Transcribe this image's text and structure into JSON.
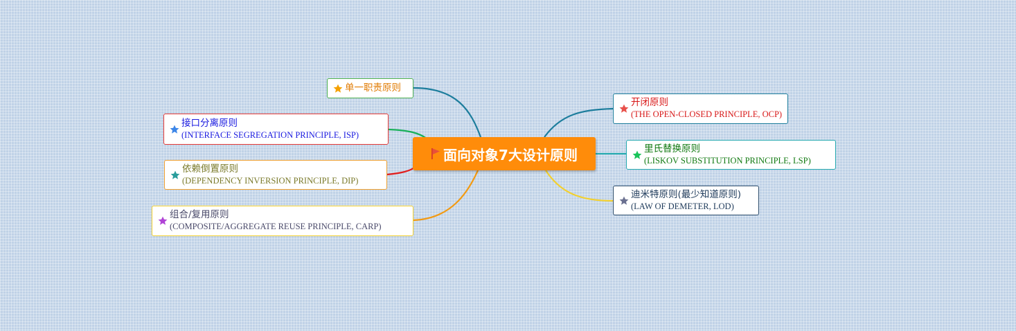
{
  "root": {
    "title": "面向对象7大设计原则",
    "icon": "flag-icon",
    "color": "#ff8c0a"
  },
  "principles": [
    {
      "cn": "单一职责原则",
      "en": "",
      "color": "#e07a00",
      "star": "#f5a100",
      "line": "#1c7d9c"
    },
    {
      "cn": "接口分离原则",
      "en": "(INTERFACE SEGREGATION PRINCIPLE, ISP)",
      "color": "#1a1ae0",
      "star": "#3c86e8",
      "line": "#19b05a"
    },
    {
      "cn": "依赖倒置原则",
      "en": "(DEPENDENCY INVERSION PRINCIPLE, DIP)",
      "color": "#7a7a2a",
      "star": "#2a9d9c",
      "line": "#e02020"
    },
    {
      "cn": "组合/复用原则",
      "en": "(COMPOSITE/AGGREGATE REUSE PRINCIPLE, CARP)",
      "color": "#4a4a6a",
      "star": "#b044d6",
      "line": "#f29a12"
    },
    {
      "cn": "开闭原则",
      "en": "(THE OPEN-CLOSED PRINCIPLE, OCP)",
      "color": "#d81818",
      "star": "#e8504a",
      "line": "#1c7d9c"
    },
    {
      "cn": "里氏替换原则",
      "en": "(LISKOV SUBSTITUTION PRINCIPLE, LSP)",
      "color": "#117a11",
      "star": "#19c45a",
      "line": "#26aab0"
    },
    {
      "cn": "迪米特原则(最少知道原则)",
      "en": "(LAW OF DEMETER, LOD)",
      "color": "#1e3a5a",
      "star": "#6a7090",
      "line": "#f2d030"
    }
  ]
}
